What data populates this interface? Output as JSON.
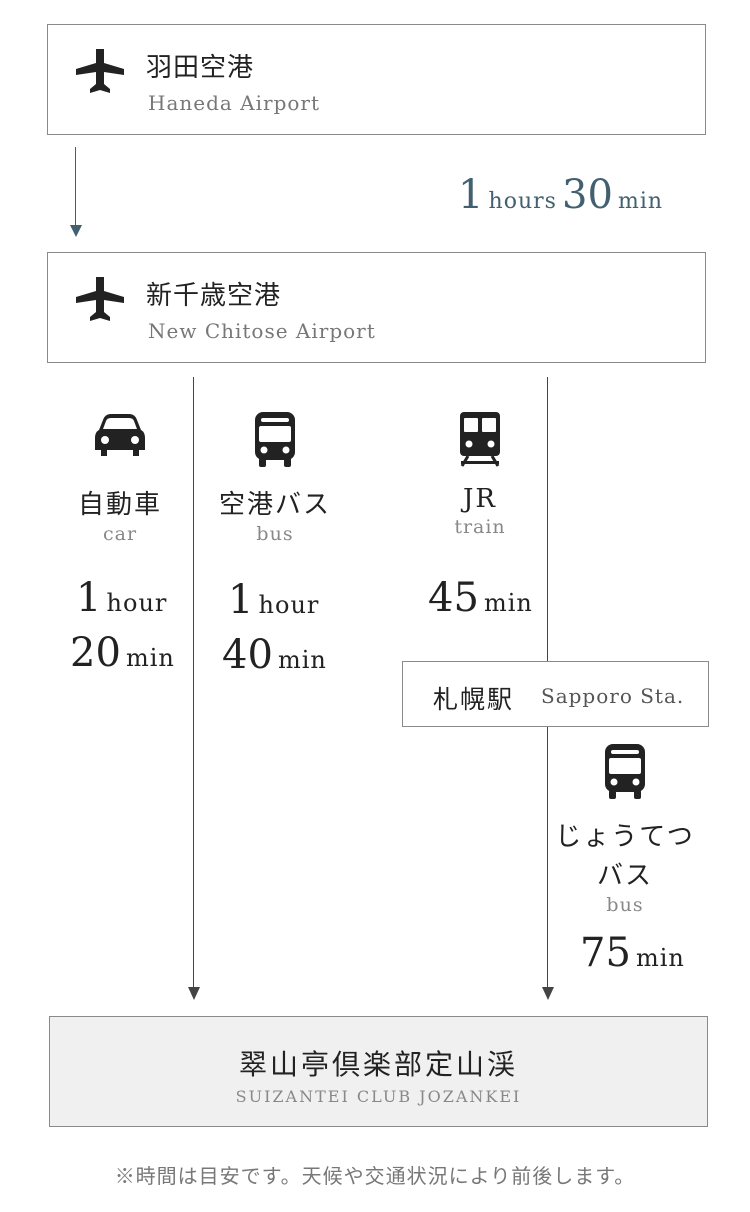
{
  "origin": {
    "name_jp": "羽田空港",
    "name_en": "Haneda Airport",
    "icon": "airplane-icon"
  },
  "flight": {
    "hours": "1",
    "hours_unit": "hours",
    "minutes": "30",
    "minutes_unit": "min"
  },
  "arrival": {
    "name_jp": "新千歳空港",
    "name_en": "New Chitose Airport",
    "icon": "airplane-icon"
  },
  "routes": {
    "car": {
      "icon": "car-icon",
      "label_jp": "自動車",
      "label_en": "car",
      "hours": "1",
      "hours_unit": "hour",
      "minutes": "20",
      "minutes_unit": "min"
    },
    "airport_bus": {
      "icon": "bus-icon",
      "label_jp": "空港バス",
      "label_en": "bus",
      "hours": "1",
      "hours_unit": "hour",
      "minutes": "40",
      "minutes_unit": "min"
    },
    "jr": {
      "icon": "train-icon",
      "label_jp": "JR",
      "label_en": "train",
      "minutes": "45",
      "minutes_unit": "min"
    }
  },
  "transfer": {
    "name_jp": "札幌駅",
    "name_en": "Sapporo Sta."
  },
  "jotetsu_bus": {
    "icon": "bus-icon",
    "label_jp_line1": "じょうてつ",
    "label_jp_line2": "バス",
    "label_en": "bus",
    "minutes": "75",
    "minutes_unit": "min"
  },
  "destination": {
    "name_jp": "翠山亭倶楽部定山渓",
    "name_en": "SUIZANTEI CLUB JOZANKEI"
  },
  "note": "※時間は目安です。天候や交通状況により前後します。",
  "colors": {
    "accent": "#42606f",
    "line": "#444444",
    "border": "#8a8a8a",
    "dest_bg": "#f0f0f0"
  }
}
